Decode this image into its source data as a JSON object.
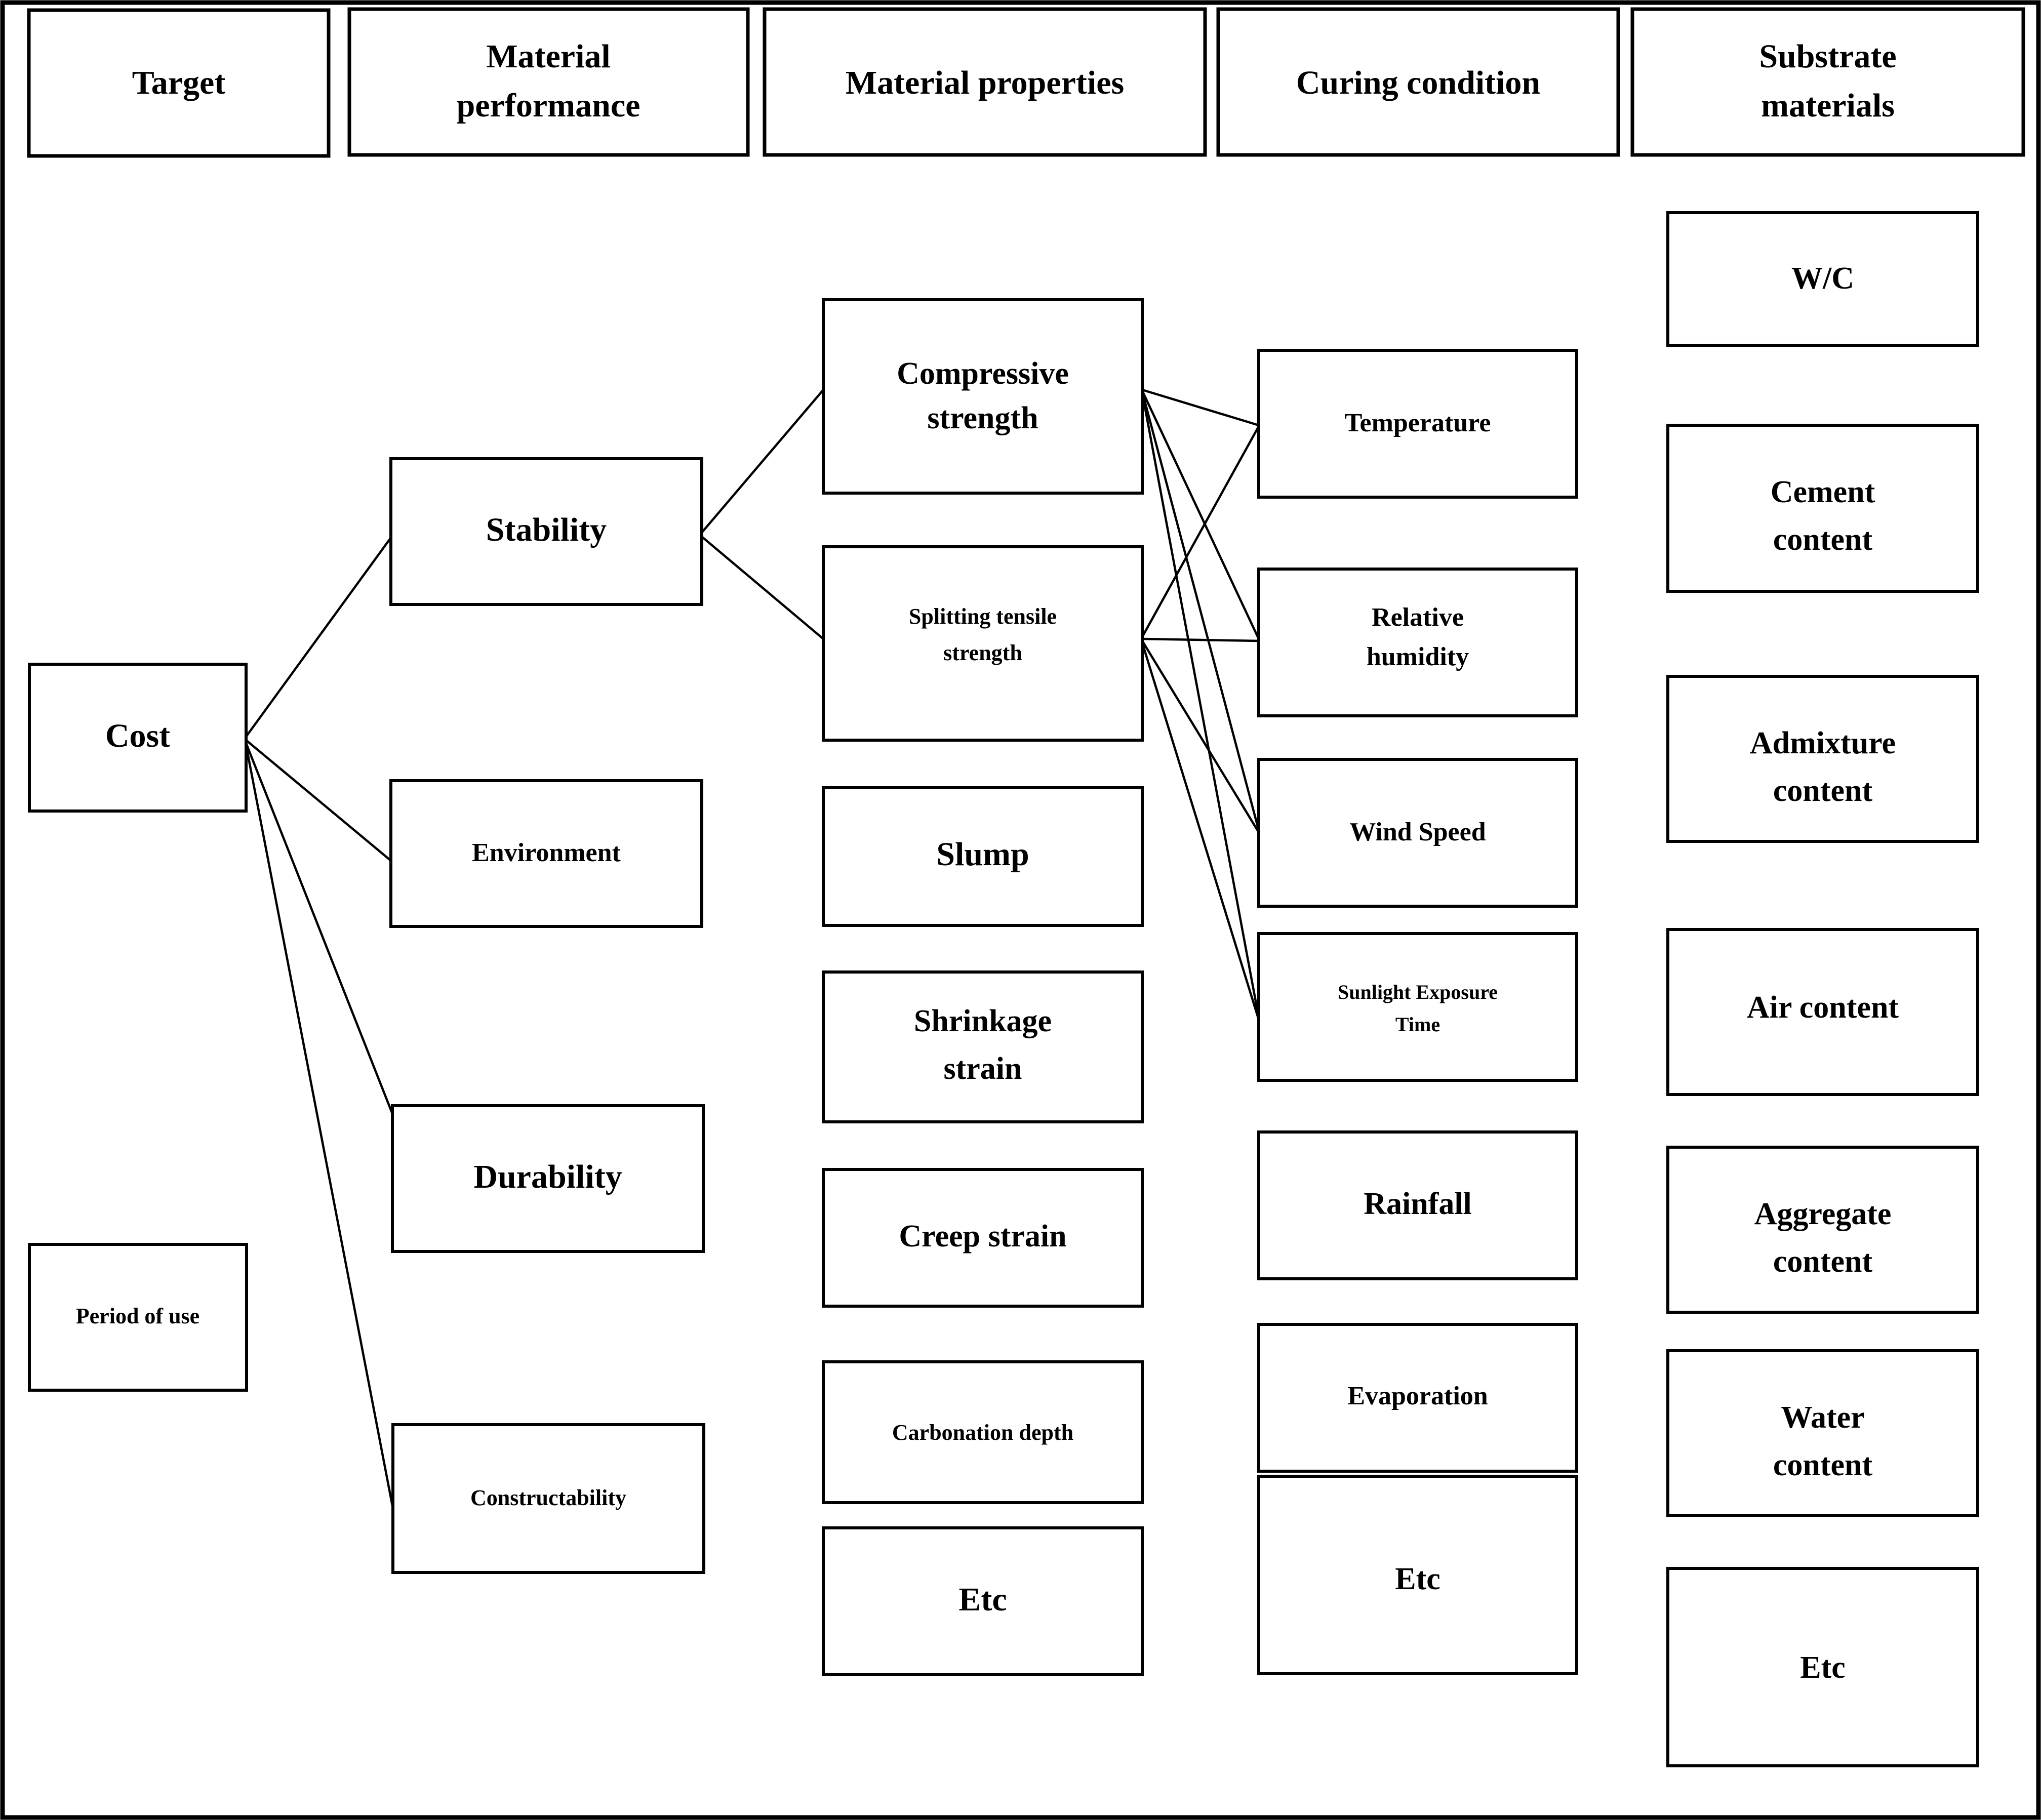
{
  "diagram": {
    "title_bar_columns": [
      {
        "id": "target",
        "label": "Target"
      },
      {
        "id": "material-performance",
        "label": "Material\nperformance"
      },
      {
        "id": "material-properties",
        "label": "Material properties"
      },
      {
        "id": "curing-condition",
        "label": "Curing condition"
      },
      {
        "id": "substrate-materials",
        "label": "Substrate\nmaterials"
      }
    ],
    "columns": {
      "target": {
        "header": "Target",
        "nodes": [
          {
            "id": "cost",
            "label": "Cost",
            "size": "lbl-xl"
          },
          {
            "id": "period-of-use",
            "label": "Period of use",
            "size": "lbl-sm"
          }
        ]
      },
      "material_performance": {
        "header": "Material performance",
        "nodes": [
          {
            "id": "stability",
            "label": "Stability",
            "size": "lbl-xl"
          },
          {
            "id": "environment",
            "label": "Environment",
            "size": "lbl-md"
          },
          {
            "id": "durability",
            "label": "Durability",
            "size": "lbl-xl"
          },
          {
            "id": "constructability",
            "label": "Constructability",
            "size": "lbl-sm"
          }
        ]
      },
      "material_properties": {
        "header": "Material properties",
        "nodes": [
          {
            "id": "compressive-strength",
            "label": "Compressive\nstrength",
            "size": "lbl-lg"
          },
          {
            "id": "splitting-tensile-strength",
            "label": "Splitting tensile\nstrength",
            "size": "lbl-sm"
          },
          {
            "id": "slump",
            "label": "Slump",
            "size": "lbl-xl"
          },
          {
            "id": "shrinkage-strain",
            "label": "Shrinkage\nstrain",
            "size": "lbl-lg"
          },
          {
            "id": "creep-strain",
            "label": "Creep strain",
            "size": "lbl-lg"
          },
          {
            "id": "carbonation-depth",
            "label": "Carbonation depth",
            "size": "lbl-sm"
          },
          {
            "id": "etc-properties",
            "label": "Etc",
            "size": "lbl-xl"
          }
        ]
      },
      "curing_condition": {
        "header": "Curing condition",
        "nodes": [
          {
            "id": "temperature",
            "label": "Temperature",
            "size": "lbl-md"
          },
          {
            "id": "relative-humidity",
            "label": "Relative\nhumidity",
            "size": "lbl-md"
          },
          {
            "id": "wind-speed",
            "label": "Wind Speed",
            "size": "lbl-md"
          },
          {
            "id": "sunlight-exposure-time",
            "label": "Sunlight Exposure\nTime",
            "size": "lbl-xs"
          },
          {
            "id": "rainfall",
            "label": "Rainfall",
            "size": "lbl-lg"
          },
          {
            "id": "evaporation",
            "label": "Evaporation",
            "size": "lbl-md"
          },
          {
            "id": "etc-curing",
            "label": "Etc",
            "size": "lbl-lg"
          }
        ]
      },
      "substrate_materials": {
        "header": "Substrate materials",
        "nodes": [
          {
            "id": "w-c",
            "label": "W/C",
            "size": "lbl-lg"
          },
          {
            "id": "cement-content",
            "label": "Cement\ncontent",
            "size": "lbl-lg"
          },
          {
            "id": "admixture-content",
            "label": "Admixture\ncontent",
            "size": "lbl-lg"
          },
          {
            "id": "air-content",
            "label": "Air content",
            "size": "lbl-lg"
          },
          {
            "id": "aggregate-content",
            "label": "Aggregate\ncontent",
            "size": "lbl-lg"
          },
          {
            "id": "water-content",
            "label": "Water\ncontent",
            "size": "lbl-lg"
          },
          {
            "id": "etc-substrate",
            "label": "Etc",
            "size": "lbl-lg"
          }
        ]
      }
    },
    "connections": [
      {
        "from": "cost",
        "to": "stability"
      },
      {
        "from": "cost",
        "to": "environment"
      },
      {
        "from": "cost",
        "to": "durability"
      },
      {
        "from": "cost",
        "to": "constructability"
      },
      {
        "from": "stability",
        "to": "compressive-strength"
      },
      {
        "from": "stability",
        "to": "splitting-tensile-strength"
      },
      {
        "from": "compressive-strength",
        "to": "temperature"
      },
      {
        "from": "compressive-strength",
        "to": "relative-humidity"
      },
      {
        "from": "compressive-strength",
        "to": "wind-speed"
      },
      {
        "from": "compressive-strength",
        "to": "sunlight-exposure-time"
      },
      {
        "from": "splitting-tensile-strength",
        "to": "temperature"
      },
      {
        "from": "splitting-tensile-strength",
        "to": "relative-humidity"
      },
      {
        "from": "splitting-tensile-strength",
        "to": "wind-speed"
      },
      {
        "from": "splitting-tensile-strength",
        "to": "sunlight-exposure-time"
      }
    ],
    "colors": {
      "background": "#ffffff",
      "stroke": "#000000",
      "text": "#000000"
    }
  }
}
